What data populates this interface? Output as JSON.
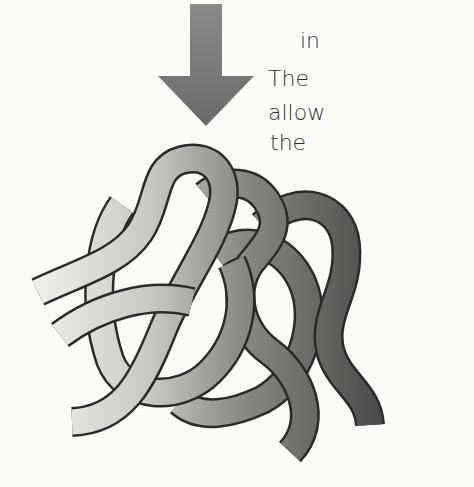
{
  "diagram": {
    "labels": [
      "in",
      "The",
      "allow",
      "the"
    ]
  }
}
